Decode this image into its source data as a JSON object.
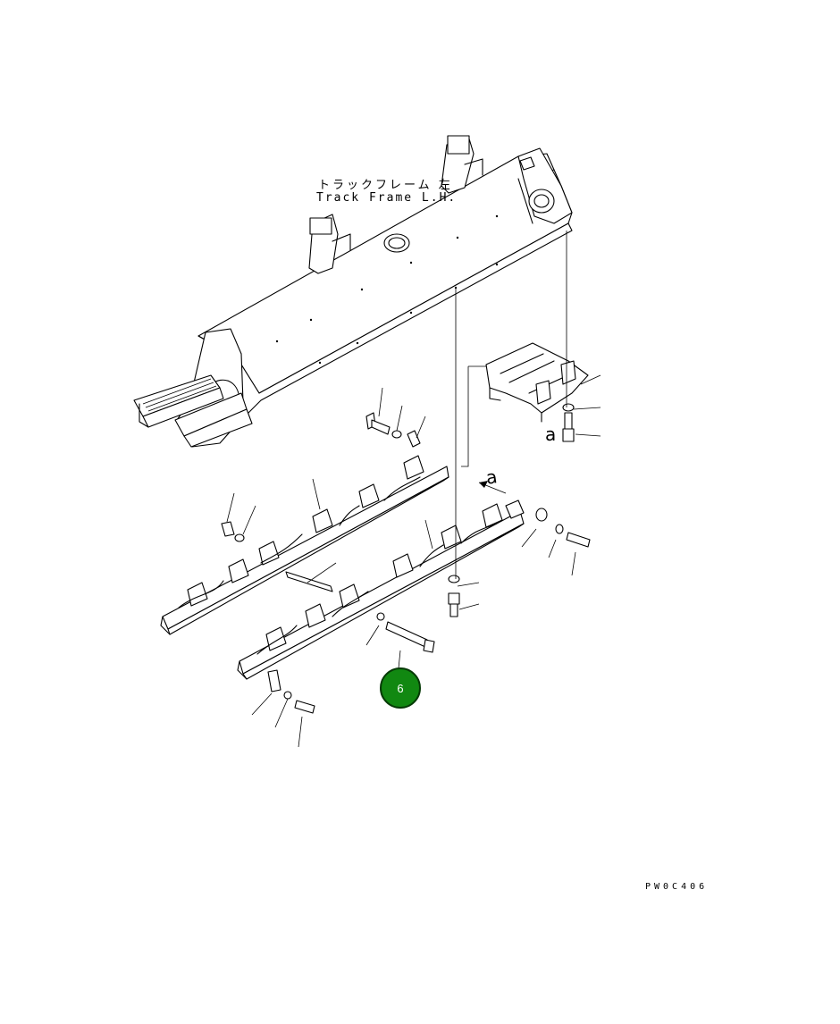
{
  "diagram": {
    "title_jp": "トラックフレーム 左",
    "title_en": "Track Frame L.H.",
    "ref_label_1": "a",
    "ref_label_2": "a",
    "callout_number": "6",
    "callout_color": "#118811",
    "drawing_code": "PW0C406"
  }
}
